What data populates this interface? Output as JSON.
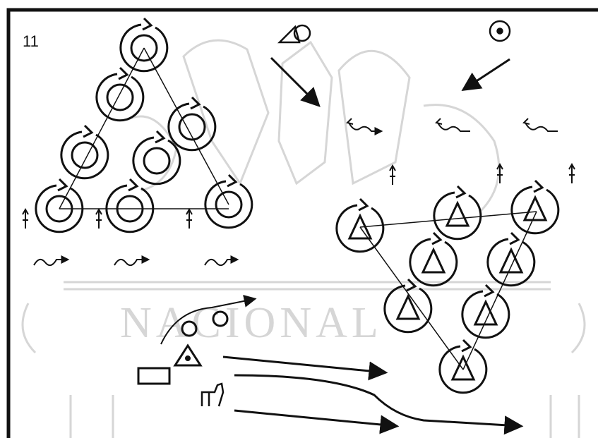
{
  "diagram": {
    "figure_number": "11",
    "watermark_text": "NACIONAL",
    "colors": {
      "ink": "#111111",
      "watermark": "#d6d6d6",
      "background": "#ffffff"
    },
    "symbols": {
      "left_formation": "circle-in-rotating-circle",
      "right_formation": "triangle-in-rotating-circle",
      "wind_arrow": "squiggle-arrow",
      "small_upward_arrow": "up-arrow-with-bar",
      "top_left_marker": "triangle-and-circle",
      "top_right_marker": "dot-in-circle",
      "bottom_group": [
        "triangle-with-dot",
        "rectangle",
        "two-small-circles",
        "animal-figure"
      ]
    }
  }
}
